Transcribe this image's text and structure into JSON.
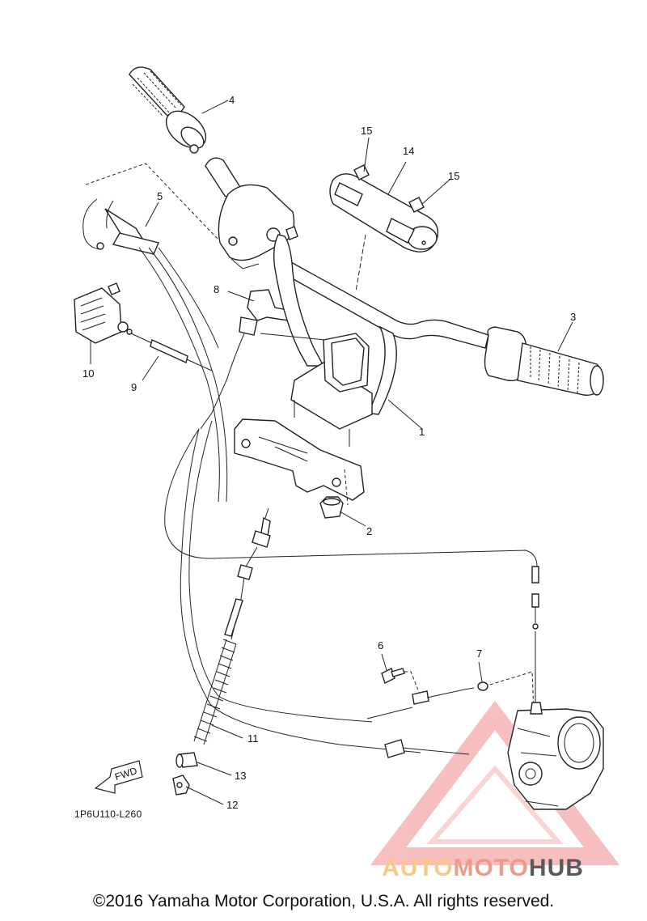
{
  "diagram": {
    "callouts": [
      {
        "id": "1",
        "label": "1"
      },
      {
        "id": "2",
        "label": "2"
      },
      {
        "id": "3",
        "label": "3"
      },
      {
        "id": "4",
        "label": "4"
      },
      {
        "id": "5",
        "label": "5"
      },
      {
        "id": "6",
        "label": "6"
      },
      {
        "id": "7",
        "label": "7"
      },
      {
        "id": "8",
        "label": "8"
      },
      {
        "id": "9",
        "label": "9"
      },
      {
        "id": "10",
        "label": "10"
      },
      {
        "id": "11",
        "label": "11"
      },
      {
        "id": "12",
        "label": "12"
      },
      {
        "id": "13",
        "label": "13"
      },
      {
        "id": "14",
        "label": "14"
      },
      {
        "id": "15a",
        "label": "15"
      },
      {
        "id": "15b",
        "label": "15"
      }
    ],
    "fwd_label": "FWD",
    "diagram_code": "1P6U110-L260"
  },
  "watermark": {
    "part1": "AUTO",
    "part2": "MOTO",
    "part3": "HUB",
    "colors": {
      "auto": "#f4c98a",
      "moto": "#ec9a8a",
      "hub": "#5a5a5a",
      "triangle": "#f08a8a"
    }
  },
  "footer": {
    "copyright": "©2016 Yamaha Motor Corporation, U.S.A. All rights reserved."
  }
}
